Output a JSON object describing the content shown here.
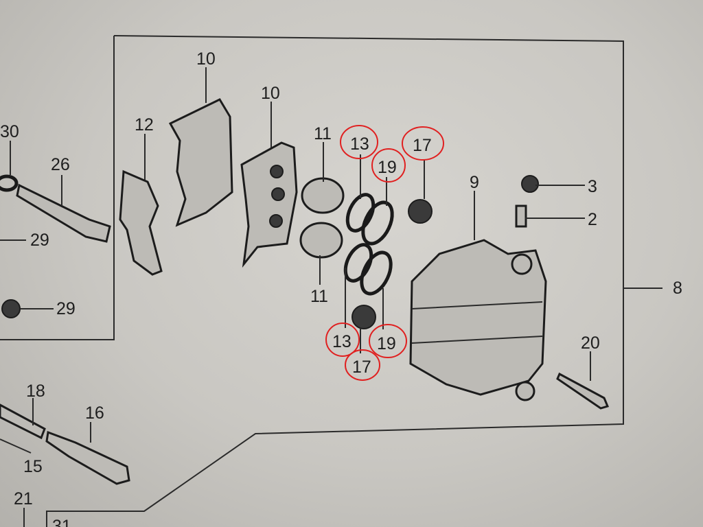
{
  "title": "Brake caliper parts diagram",
  "callouts": {
    "pad_a": "10",
    "pad_b": "10",
    "shim": "12",
    "piston_top": "11",
    "piston_bottom": "11",
    "seal_top": "13",
    "dust_seal_top": "19",
    "boot_top": "17",
    "seal_bottom": "13",
    "dust_seal_bottom": "19",
    "boot_bottom": "17",
    "caliper_body": "9",
    "bleeder_cap": "3",
    "bleeder_valve": "2",
    "caliper_assembly": "8",
    "pin_bolt": "20",
    "left_30": "30",
    "left_26": "26",
    "left_29a": "29",
    "left_29b": "29",
    "left_18": "18",
    "left_16": "16",
    "left_15": "15",
    "left_21": "21",
    "left_31": "31"
  },
  "highlight_color": "#e02020"
}
